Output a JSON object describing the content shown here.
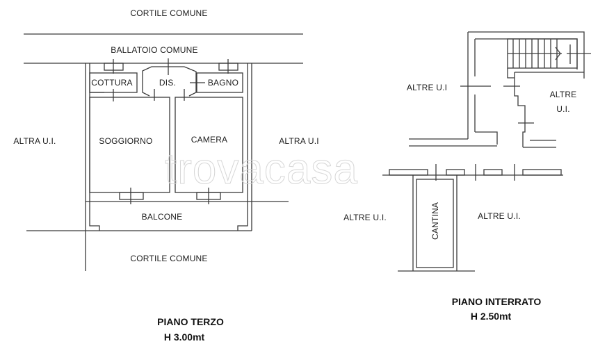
{
  "watermark": "trovacasa",
  "floors": [
    {
      "title": "PIANO TERZO",
      "height": "H 3.00mt",
      "labels": {
        "top_courtyard": "CORTILE COMUNE",
        "gallery": "BALLATOIO COMUNE",
        "kitchen": "COTTURA",
        "hall": "DIS.",
        "bathroom": "BAGNO",
        "living": "SOGGIORNO",
        "bedroom": "CAMERA",
        "left_unit": "ALTRA U.I.",
        "right_unit": "ALTRA U.I",
        "balcony": "BALCONE",
        "bottom_courtyard": "CORTILE COMUNE"
      }
    },
    {
      "title": "PIANO INTERRATO",
      "height": "H 2.50mt",
      "labels": {
        "upper_left_unit": "ALTRE U.I",
        "upper_right_unit_1": "ALTRE",
        "upper_right_unit_2": "U.I.",
        "cellar": "CANTINA",
        "lower_left_unit": "ALTRE U.I.",
        "lower_right_unit": "ALTRE U.I."
      }
    }
  ],
  "colors": {
    "line": "#3a3a3a",
    "watermark": "#d6d6d6"
  }
}
